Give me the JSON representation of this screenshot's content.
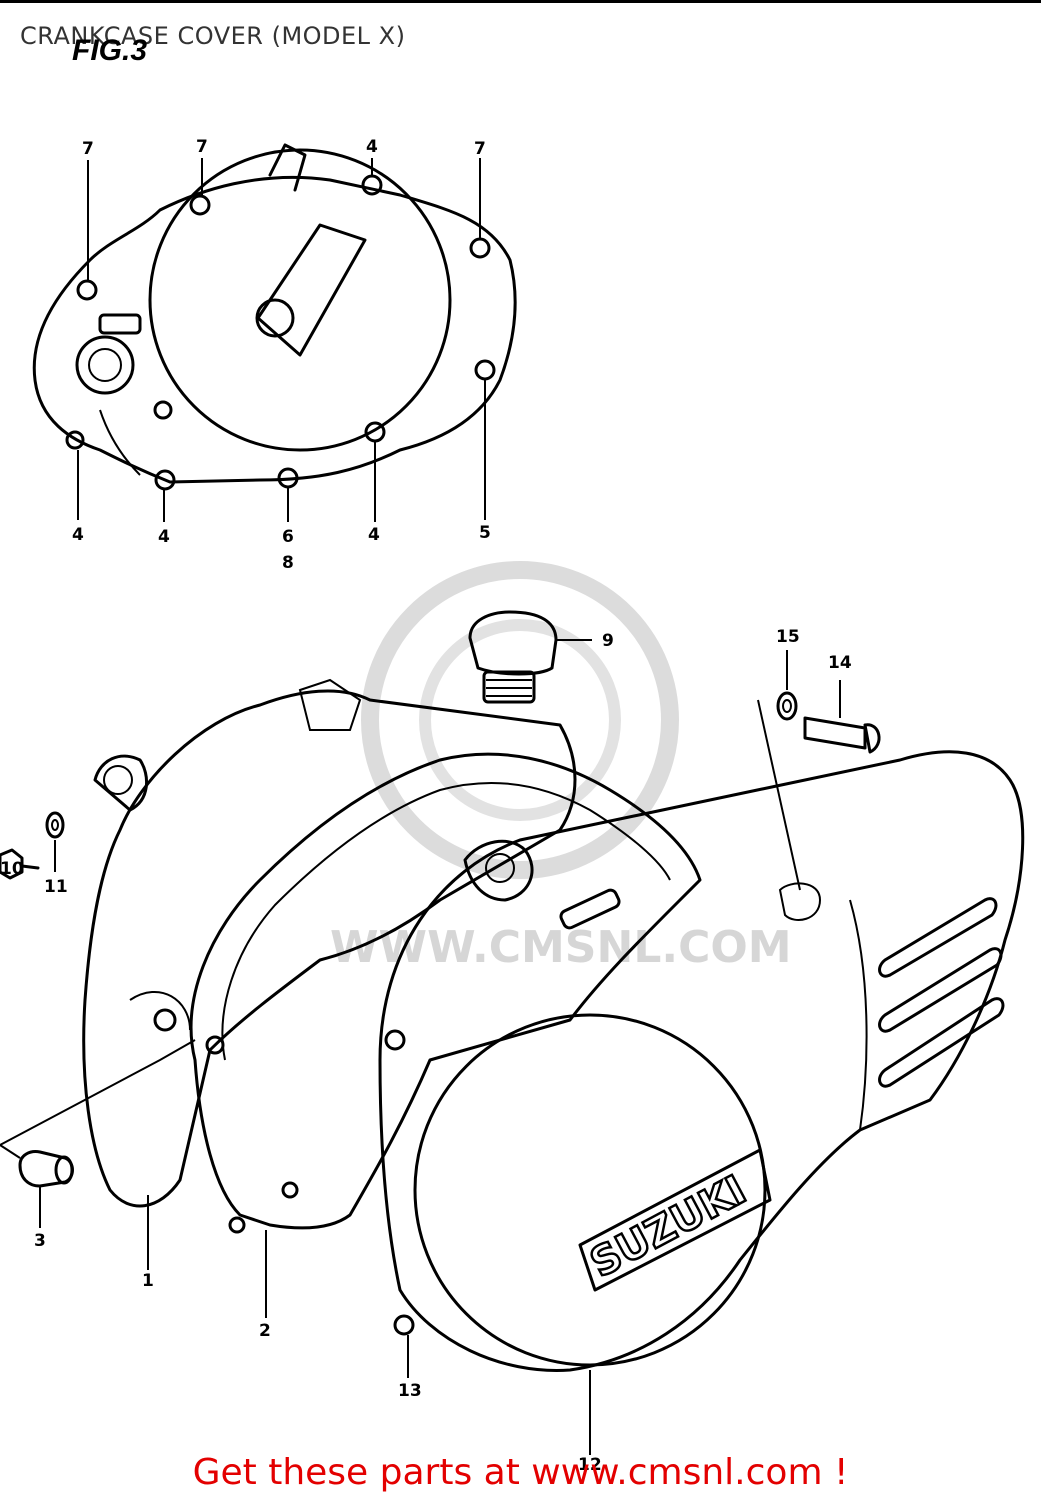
{
  "page": {
    "title": "CRANKCASE COVER (MODEL X)",
    "fig_label": "FIG.3",
    "banner": "Get these parts at www.cmsnl.com !"
  },
  "watermark": {
    "text": "WWW.CMSNL.COM",
    "color": "#d6d6d6"
  },
  "brand": {
    "text": "SUZUKI"
  },
  "callouts": {
    "c1": "1",
    "c2": "2",
    "c3": "3",
    "c4a": "4",
    "c4b": "4",
    "c4c": "4",
    "c4d": "4",
    "c5": "5",
    "c6": "6",
    "c7a": "7",
    "c7b": "7",
    "c7c": "7",
    "c8": "8",
    "c9": "9",
    "c10": "10",
    "c11": "11",
    "c12": "12",
    "c13": "13",
    "c14": "14",
    "c15": "15"
  },
  "colors": {
    "banner": "#e30000",
    "line": "#000000"
  }
}
